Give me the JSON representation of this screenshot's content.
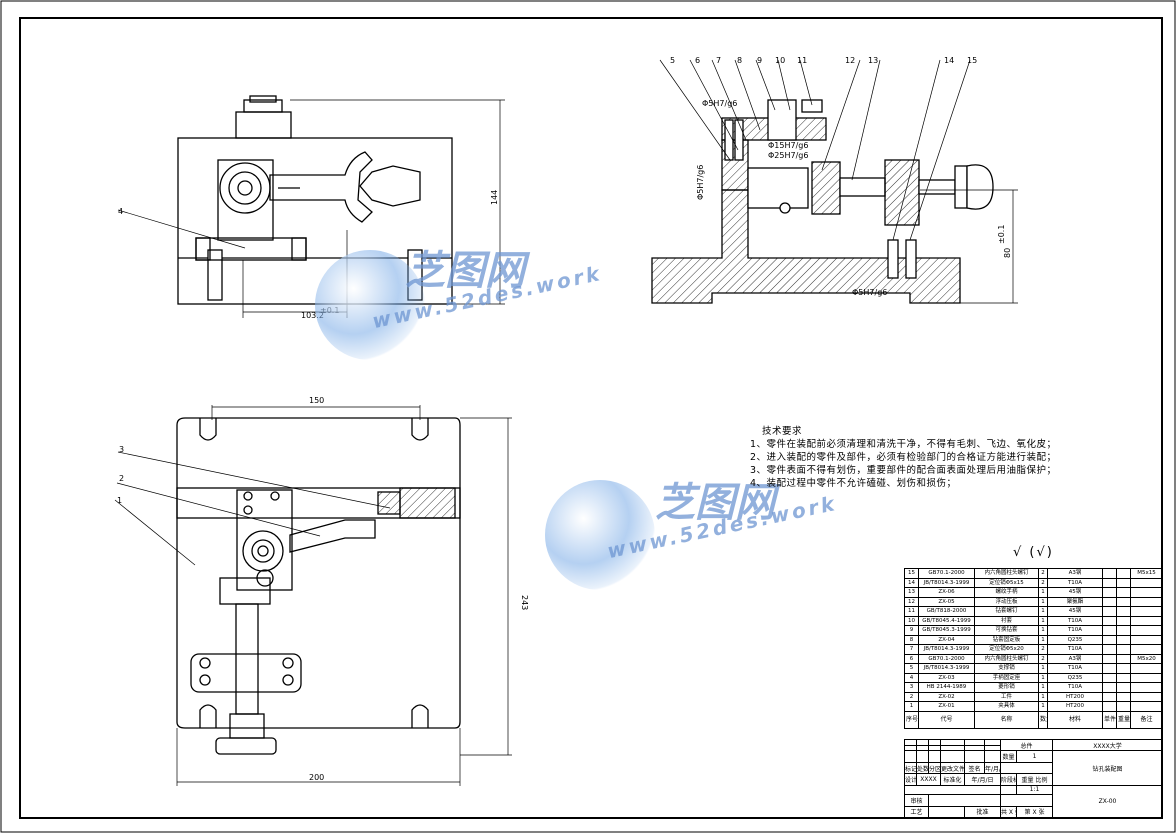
{
  "drawing": {
    "part_labels_top_right": [
      "5",
      "6",
      "7",
      "8",
      "9",
      "10",
      "11",
      "12",
      "13",
      "14",
      "15"
    ],
    "part_label_front": "4",
    "part_labels_plan": [
      "1",
      "2",
      "3"
    ],
    "dims": {
      "front_height": "144",
      "front_width": "103.2",
      "front_width_tol": "±0.1",
      "plan_width": "150",
      "plan_total_width": "200",
      "plan_height": "243",
      "side_height": "80",
      "side_height_tol": "±0.1",
      "fit_1": "Φ5H7/g6",
      "fit_2": "Φ15H7/g6",
      "fit_3": "Φ25H7/g6",
      "fit_4": "Φ5H7/g6",
      "fit_5": "Φ5H7/g6"
    }
  },
  "tech_requirements": {
    "title": "技术要求",
    "items": [
      "1、零件在装配前必须清理和清洗干净，不得有毛刺、飞边、氧化皮；",
      "2、进入装配的零件及部件，必须有检验部门的合格证方能进行装配；",
      "3、零件表面不得有划伤，重要部件的配合面表面处理后用油脂保护；",
      "4、装配过程中零件不允许磕碰、划伤和损伤；"
    ]
  },
  "roughness_symbol": "√ (√)",
  "watermarks": [
    {
      "cn": "芝图网",
      "en": "www.52des.work"
    },
    {
      "cn": "芝图网",
      "en": "www.52des.work"
    }
  ],
  "bom": {
    "rows": [
      {
        "no": "15",
        "code": "GB70.1-2000",
        "name": "内六角圆柱头螺钉",
        "qty": "2",
        "mat": "A3钢",
        "note": "M5x15"
      },
      {
        "no": "14",
        "code": "JB/T8014.3-1999",
        "name": "定位销Φ5x15",
        "qty": "2",
        "mat": "T10A",
        "note": ""
      },
      {
        "no": "13",
        "code": "ZX-06",
        "name": "螺纹手柄",
        "qty": "1",
        "mat": "45钢",
        "note": ""
      },
      {
        "no": "12",
        "code": "ZX-05",
        "name": "浮动压板",
        "qty": "1",
        "mat": "聚氨酯",
        "note": ""
      },
      {
        "no": "11",
        "code": "GB/T818-2000",
        "name": "钻套螺钉",
        "qty": "1",
        "mat": "45钢",
        "note": ""
      },
      {
        "no": "10",
        "code": "GB/T8045.4-1999",
        "name": "衬套",
        "qty": "1",
        "mat": "T10A",
        "note": ""
      },
      {
        "no": "9",
        "code": "GB/T8045.3-1999",
        "name": "可换钻套",
        "qty": "1",
        "mat": "T10A",
        "note": ""
      },
      {
        "no": "8",
        "code": "ZX-04",
        "name": "钻套固定板",
        "qty": "1",
        "mat": "Q235",
        "note": ""
      },
      {
        "no": "7",
        "code": "JB/T8014.3-1999",
        "name": "定位销Φ5x20",
        "qty": "2",
        "mat": "T10A",
        "note": ""
      },
      {
        "no": "6",
        "code": "GB70.1-2000",
        "name": "内六角圆柱头螺钉",
        "qty": "2",
        "mat": "A3钢",
        "note": "M5x20"
      },
      {
        "no": "5",
        "code": "JB/T8014.3-1999",
        "name": "支撑销",
        "qty": "1",
        "mat": "T10A",
        "note": ""
      },
      {
        "no": "4",
        "code": "ZX-03",
        "name": "手柄固定座",
        "qty": "1",
        "mat": "Q235",
        "note": ""
      },
      {
        "no": "3",
        "code": "HB 2144-1989",
        "name": "菱形销",
        "qty": "1",
        "mat": "T10A",
        "note": ""
      },
      {
        "no": "2",
        "code": "ZX-02",
        "name": "工件",
        "qty": "1",
        "mat": "HT200",
        "note": ""
      },
      {
        "no": "1",
        "code": "ZX-01",
        "name": "夹具体",
        "qty": "1",
        "mat": "HT200",
        "note": ""
      }
    ],
    "header": {
      "no": "序号",
      "code": "代号",
      "name": "名称",
      "qty": "数量",
      "mat": "材料",
      "weight": "单件 总计",
      "weight2": "重量",
      "note": "备注"
    }
  },
  "title_block": {
    "assembly": "总件",
    "school": "XXXX大学",
    "qty_label": "数量",
    "qty": "1",
    "drawing_name": "钻孔装配图",
    "stage_label": "阶段标记",
    "weight_label": "重量",
    "scale_label": "比例",
    "scale": "1:1",
    "drawing_no": "ZX-00",
    "design": "设计",
    "design_name": "XXXX",
    "std": "标准化",
    "sign_date": "年/月/日",
    "mark": "标记",
    "count": "处数",
    "zone": "分区",
    "change": "更改文件号",
    "signature": "签名",
    "review": "审核",
    "process": "工艺",
    "approve": "批准",
    "sheets": "共 X 张",
    "sheet": "第 X 张"
  }
}
